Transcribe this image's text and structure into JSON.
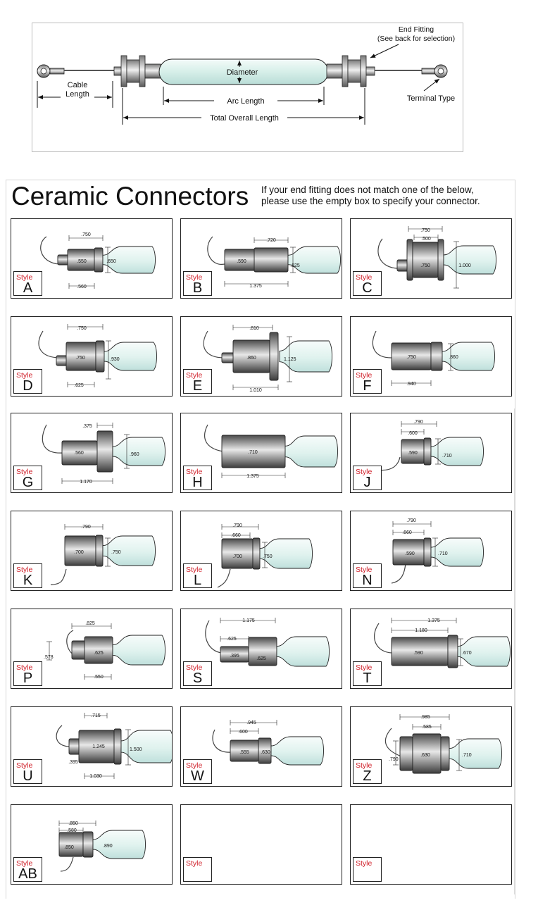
{
  "top_diagram": {
    "end_fitting": "End Fitting",
    "see_back": "(See back for selection)",
    "diameter": "Diameter",
    "cable": "Cable",
    "length": "Length",
    "arc_length": "Arc Length",
    "terminal_type": "Terminal Type",
    "total_overall_length": "Total Overall Length"
  },
  "title": "Ceramic Connectors",
  "instructions": [
    "If your end fitting does not match one of the below,",
    "please use the empty box to specify your connector."
  ],
  "style_label": "Style",
  "cards": [
    {
      "letter": "A",
      "dims": [
        ".750",
        ".550",
        ".650",
        ".560"
      ]
    },
    {
      "letter": "B",
      "dims": [
        ".720",
        ".590",
        ".625",
        "1.375"
      ]
    },
    {
      "letter": "C",
      "dims": [
        ".750",
        ".500",
        ".750",
        "1.000"
      ]
    },
    {
      "letter": "D",
      "dims": [
        ".750",
        ".750",
        ".930",
        ".625"
      ]
    },
    {
      "letter": "E",
      "dims": [
        ".810",
        ".860",
        "1.125",
        "1.010"
      ]
    },
    {
      "letter": "F",
      "dims": [
        ".750",
        ".860",
        ".940"
      ]
    },
    {
      "letter": "G",
      "dims": [
        ".375",
        ".560",
        ".960",
        "1.170"
      ]
    },
    {
      "letter": "H",
      "dims": [
        ".710",
        "1.375"
      ]
    },
    {
      "letter": "J",
      "dims": [
        ".790",
        ".600",
        ".590",
        ".710"
      ]
    },
    {
      "letter": "K",
      "dims": [
        ".790",
        ".700",
        ".750"
      ]
    },
    {
      "letter": "L",
      "dims": [
        ".790",
        ".660",
        ".700",
        ".750"
      ]
    },
    {
      "letter": "N",
      "dims": [
        ".790",
        ".660",
        ".590",
        ".710"
      ]
    },
    {
      "letter": "P",
      "dims": [
        ".825",
        ".578",
        ".625",
        ".550"
      ]
    },
    {
      "letter": "S",
      "dims": [
        "1.175",
        ".625",
        ".395",
        ".625"
      ]
    },
    {
      "letter": "T",
      "dims": [
        "1.375",
        "1.180",
        ".590",
        ".670"
      ]
    },
    {
      "letter": "U",
      "dims": [
        ".715",
        "1.245",
        "1.500",
        ".395",
        "1.030"
      ]
    },
    {
      "letter": "W",
      "dims": [
        ".945",
        ".600",
        ".555",
        ".630"
      ]
    },
    {
      "letter": "Z",
      "dims": [
        ".985",
        ".585",
        ".790",
        ".630",
        ".710"
      ]
    },
    {
      "letter": "AB",
      "dims": [
        ".850",
        ".580",
        ".850",
        ".890"
      ]
    },
    {
      "letter": "",
      "dims": []
    },
    {
      "letter": "",
      "dims": []
    }
  ],
  "colors": {
    "style_red": "#d0202a",
    "glass": "#dff2ee",
    "metal_dark": "#555555",
    "metal_light": "#e8e8e8"
  }
}
